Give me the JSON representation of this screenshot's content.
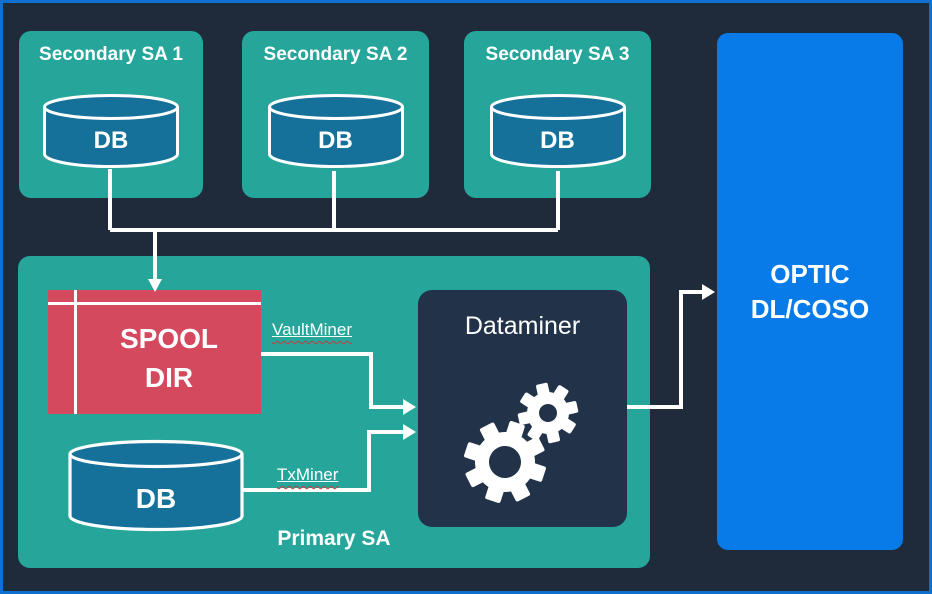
{
  "diagram": {
    "secondary_nodes": [
      {
        "title": "Secondary SA 1",
        "db_label": "DB"
      },
      {
        "title": "Secondary SA 2",
        "db_label": "DB"
      },
      {
        "title": "Secondary SA 3",
        "db_label": "DB"
      }
    ],
    "primary": {
      "title": "Primary SA",
      "spool": {
        "line1": "SPOOL",
        "line2": "DIR"
      },
      "db_label": "DB",
      "dataminer_title": "Dataminer",
      "edge_labels": {
        "vault": "VaultMiner",
        "tx": "TxMiner"
      }
    },
    "output": {
      "line1": "OPTIC",
      "line2": "DL/COSO"
    },
    "icons": [
      "db-cylinder-icon",
      "spool-window-icon",
      "gears-icon"
    ],
    "colors": {
      "background": "#1f2b3a",
      "frame_border": "#1070d0",
      "node_teal": "#26a69a",
      "db_cylinder_fill": "#15719a",
      "spool_red": "#d5495f",
      "dataminer_bg": "#223349",
      "optic_blue": "#087be9",
      "connector_white": "#ffffff",
      "misspell_wavy_red": "#c43b3b"
    }
  }
}
